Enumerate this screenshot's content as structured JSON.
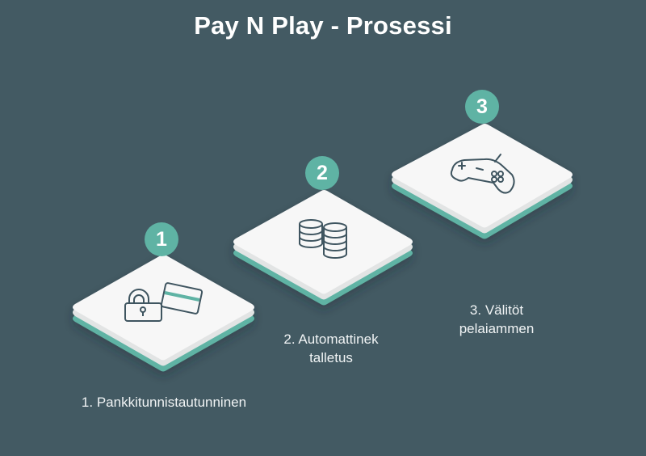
{
  "title": "Pay N Play - Prosessi",
  "colors": {
    "background": "#435a63",
    "tile_top": "#f7f7f7",
    "tile_side": "#e2e4e4",
    "tile_base": "#5fb3a4",
    "badge": "#5fb3a4",
    "icon_stroke": "#3f5560",
    "label_text": "#f1f4f5"
  },
  "steps": [
    {
      "number": "1",
      "icon": "lock-and-card-icon",
      "label_line1": "1. Pankkitunnistautunninen",
      "label_line2": ""
    },
    {
      "number": "2",
      "icon": "coin-stacks-icon",
      "label_line1": "2. Automattinek",
      "label_line2": "talletus"
    },
    {
      "number": "3",
      "icon": "game-controller-icon",
      "label_line1": "3. Välitöt",
      "label_line2": "pelaiammen"
    }
  ]
}
